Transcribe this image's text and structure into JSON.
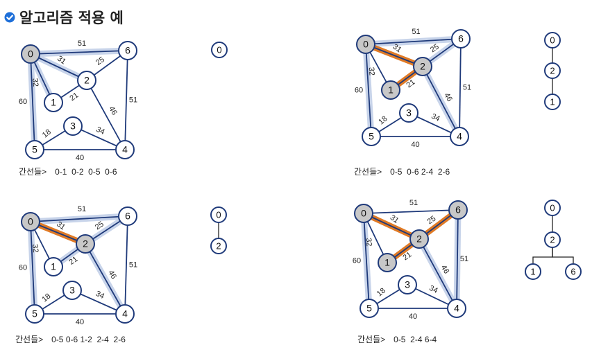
{
  "title": "알고리즘 적용 예",
  "colors": {
    "edge": "#1f3a7a",
    "highlight": "#c8d4ea",
    "selected": "#e07a25",
    "node_fill": "#ffffff",
    "visited_fill": "#c8c8c8",
    "check_icon": "#1e6fd9"
  },
  "panels": [
    {
      "visited_nodes": [
        "0"
      ],
      "selected_edges": [],
      "highlighted_edges": [
        "0-1",
        "0-2",
        "0-5",
        "0-6"
      ],
      "tree": {
        "nodes": [
          "0"
        ],
        "edges": []
      },
      "caption_label": "간선들>",
      "caption_edges": "0-1  0-2  0-5  0-6"
    },
    {
      "visited_nodes": [
        "0",
        "2",
        "1"
      ],
      "selected_edges": [
        "0-2",
        "2-1"
      ],
      "highlighted_edges": [
        "0-5",
        "0-6",
        "2-4",
        "2-6"
      ],
      "tree": {
        "nodes": [
          "0",
          "2",
          "1"
        ],
        "edges": [
          "0-2",
          "2-1"
        ]
      },
      "caption_label": "간선들>",
      "caption_edges": "0-5  0-6 2-4  2-6"
    },
    {
      "visited_nodes": [
        "0",
        "2"
      ],
      "selected_edges": [
        "0-2"
      ],
      "highlighted_edges": [
        "0-5",
        "0-6",
        "1-2",
        "2-4",
        "2-6"
      ],
      "tree": {
        "nodes": [
          "0",
          "2"
        ],
        "edges": [
          "0-2"
        ]
      },
      "caption_label": "간선들>",
      "caption_edges": "0-5 0-6 1-2  2-4  2-6"
    },
    {
      "visited_nodes": [
        "0",
        "2",
        "1",
        "6"
      ],
      "selected_edges": [
        "0-2",
        "2-1",
        "2-6"
      ],
      "highlighted_edges": [
        "0-5",
        "2-4",
        "6-4"
      ],
      "tree": {
        "nodes": [
          "0",
          "2",
          "1",
          "6"
        ],
        "edges": [
          "0-2",
          "2-1",
          "2-6"
        ]
      },
      "caption_label": "간선들>",
      "caption_edges": "0-5  2-4 6-4"
    }
  ],
  "graph": {
    "nodes": [
      "0",
      "1",
      "2",
      "3",
      "4",
      "5",
      "6"
    ],
    "edges": [
      {
        "id": "0-6",
        "weight": "51"
      },
      {
        "id": "0-2",
        "weight": "31"
      },
      {
        "id": "2-6",
        "weight": "25"
      },
      {
        "id": "0-1",
        "weight": "32"
      },
      {
        "id": "1-2",
        "weight": "21"
      },
      {
        "id": "0-5",
        "weight": "60"
      },
      {
        "id": "2-4",
        "weight": "46"
      },
      {
        "id": "6-4",
        "weight": "51"
      },
      {
        "id": "3-5",
        "weight": "18"
      },
      {
        "id": "3-4",
        "weight": "34"
      },
      {
        "id": "5-4",
        "weight": "40"
      }
    ]
  }
}
